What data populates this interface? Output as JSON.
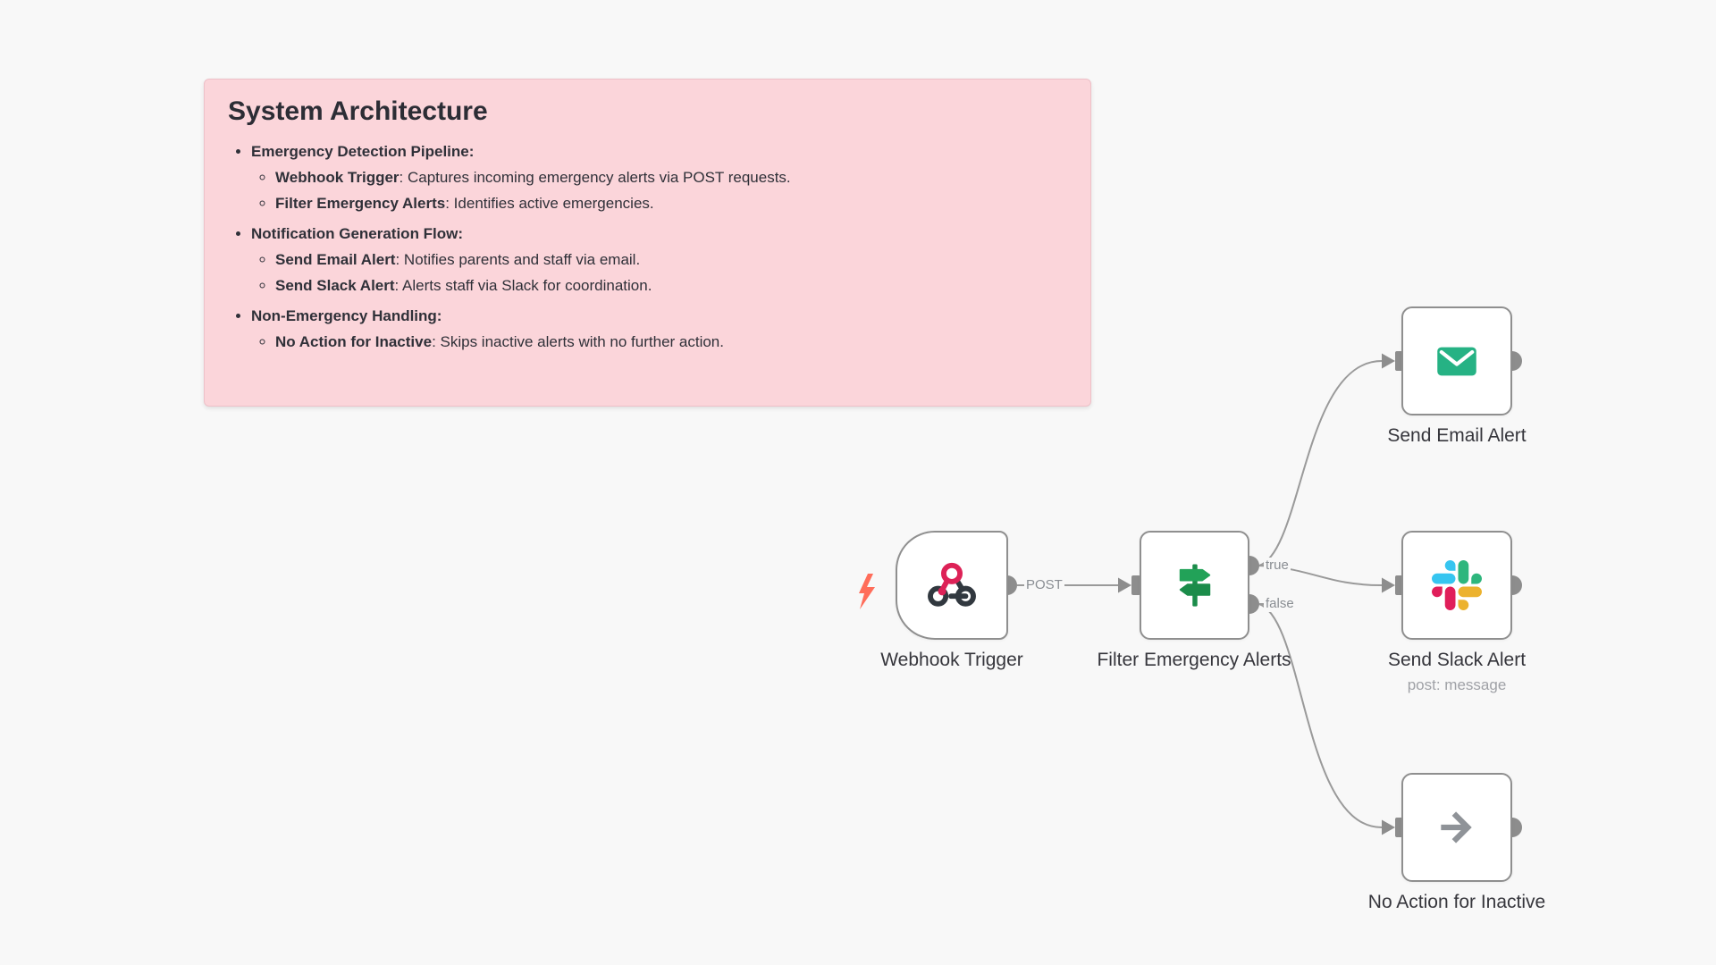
{
  "app": "workflow-canvas",
  "colors": {
    "canvas_bg": "#f8f8f8",
    "sticky_bg": "#fbd5da",
    "sticky_border": "#eec0c8",
    "node_border": "#8f8f8f",
    "connector_gray": "#9a9a9a",
    "port_gray": "#8d8d8d",
    "trigger_bolt_orange": "#ff6d5a",
    "webhook_pink": "#dd2257",
    "webhook_dark": "#31383f",
    "filter_green": "#1f9b50",
    "email_green": "#26b284",
    "slack_blue": "#36C5F0",
    "slack_green": "#2EB67D",
    "slack_yellow": "#ECB22E",
    "slack_red": "#E01E5A",
    "noop_gray": "#8f9398"
  },
  "sticky_note": {
    "title": "System Architecture",
    "sections": [
      {
        "heading": "Emergency Detection Pipeline",
        "items": [
          {
            "term": "Webhook Trigger",
            "desc": "Captures incoming emergency alerts via POST requests."
          },
          {
            "term": "Filter Emergency Alerts",
            "desc": "Identifies active emergencies."
          }
        ]
      },
      {
        "heading": "Notification Generation Flow",
        "items": [
          {
            "term": "Send Email Alert",
            "desc": "Notifies parents and staff via email."
          },
          {
            "term": "Send Slack Alert",
            "desc": "Alerts staff via Slack for coordination."
          }
        ]
      },
      {
        "heading": "Non-Emergency Handling",
        "items": [
          {
            "term": "No Action for Inactive",
            "desc": "Skips inactive alerts with no further action."
          }
        ]
      }
    ]
  },
  "nodes": {
    "webhook": {
      "label": "Webhook Trigger",
      "icon": "webhook-icon",
      "output_label": "POST",
      "type": "trigger"
    },
    "filter": {
      "label": "Filter Emergency Alerts",
      "icon": "filter-signpost-icon",
      "outputs": {
        "top": "true",
        "bottom": "false"
      }
    },
    "email": {
      "label": "Send Email Alert",
      "icon": "email-envelope-icon"
    },
    "slack": {
      "label": "Send Slack Alert",
      "sub_label": "post: message",
      "icon": "slack-icon"
    },
    "noop": {
      "label": "No Action for Inactive",
      "icon": "arrow-right-icon"
    }
  },
  "connections": [
    {
      "from": "webhook",
      "to": "filter",
      "label": "POST"
    },
    {
      "from": "filter:true",
      "to": "email"
    },
    {
      "from": "filter:true",
      "to": "slack"
    },
    {
      "from": "filter:false",
      "to": "noop"
    }
  ]
}
